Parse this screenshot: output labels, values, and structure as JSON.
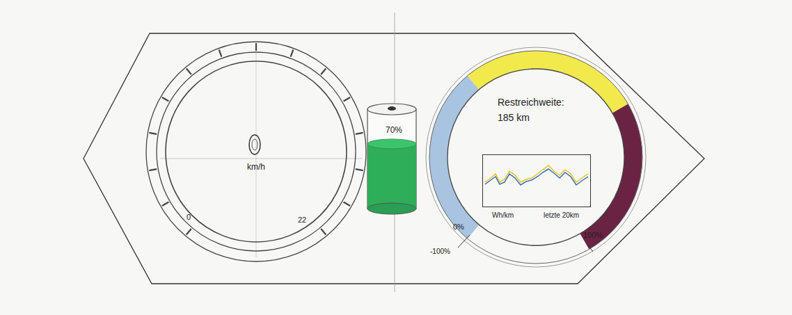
{
  "diagram": {
    "nodes": [
      {
        "text": [
          "km/h"
        ]
      },
      {
        "text": [
          "70%"
        ]
      },
      {
        "text": [
          "Restreichweite:",
          "185 km"
        ]
      },
      {
        "text": [
          "Wh/km",
          "letzte 20km"
        ],
        "in": 2
      }
    ],
    "labels": [
      "0",
      "22",
      "0%",
      "100%",
      "-100%"
    ]
  }
}
